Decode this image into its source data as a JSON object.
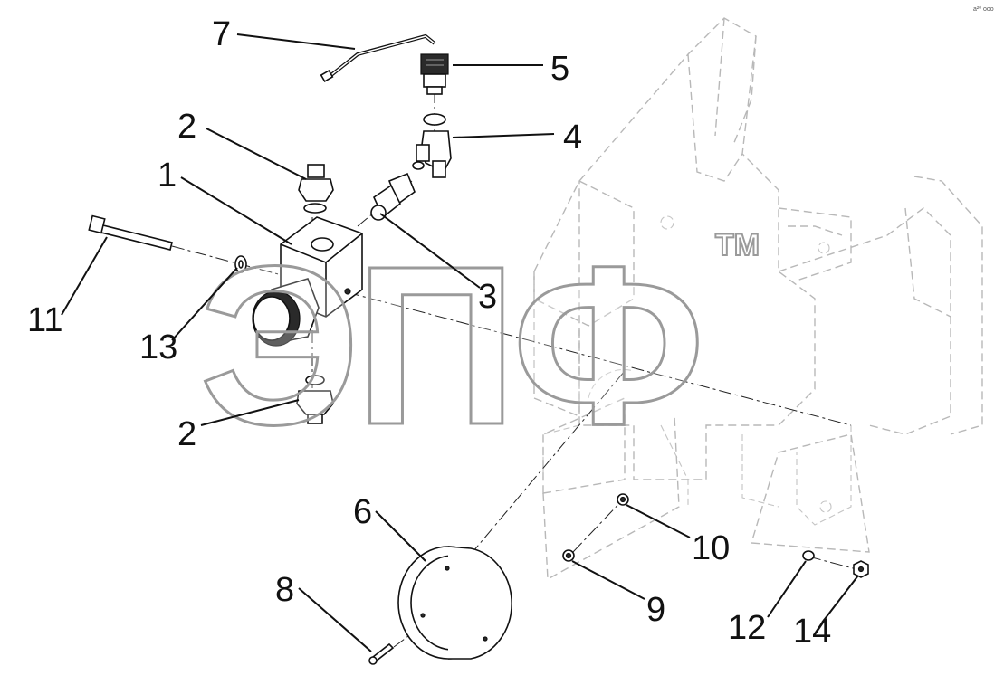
{
  "labels": {
    "item_1": "1",
    "item_2_top": "2",
    "item_2_bottom": "2",
    "item_3": "3",
    "item_4": "4",
    "item_5": "5",
    "item_6": "6",
    "item_7": "7",
    "item_8": "8",
    "item_9": "9",
    "item_10": "10",
    "item_11": "11",
    "item_12": "12",
    "item_13": "13",
    "item_14": "14"
  },
  "watermark": {
    "text": "ЭПФ",
    "trademark": "TM"
  },
  "corner_code": "a²⁰ ooo"
}
